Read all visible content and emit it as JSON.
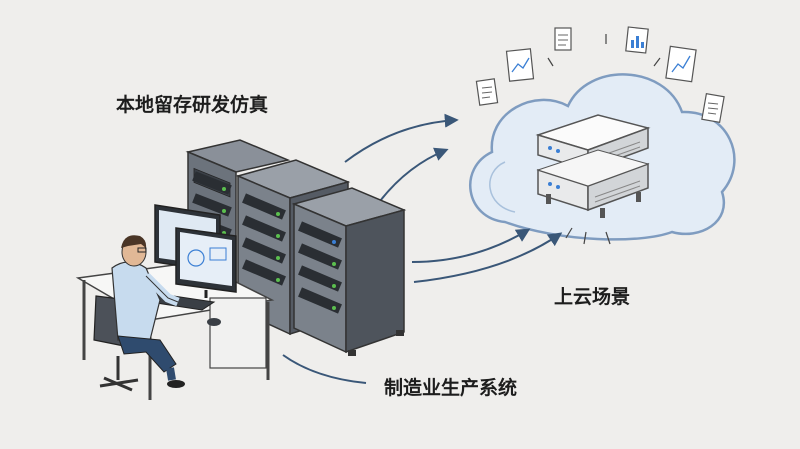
{
  "labels": {
    "local_rd": "本地留存研发仿真",
    "cloud": "上云场景",
    "manufacturing": "制造业生产系统"
  },
  "colors": {
    "background": "#efeeec",
    "cloud_fill": "#e3ecf6",
    "cloud_stroke": "#7f9cc0",
    "arrow": "#3a5778",
    "rack_dark": "#555b64",
    "rack_mid": "#7b828b",
    "led_green": "#5bbf4e",
    "led_blue": "#3b7fd4",
    "server_light": "#f2f3f4",
    "shirt": "#c7dbee",
    "pants": "#2f4b6e",
    "hair": "#4a3526",
    "skin": "#e1b896"
  },
  "icons": [
    "cloud-icon",
    "server-rack-icon",
    "cloud-server-icon",
    "workstation-icon",
    "person-icon",
    "document-icon",
    "chart-document-icon",
    "arrow-icon"
  ]
}
